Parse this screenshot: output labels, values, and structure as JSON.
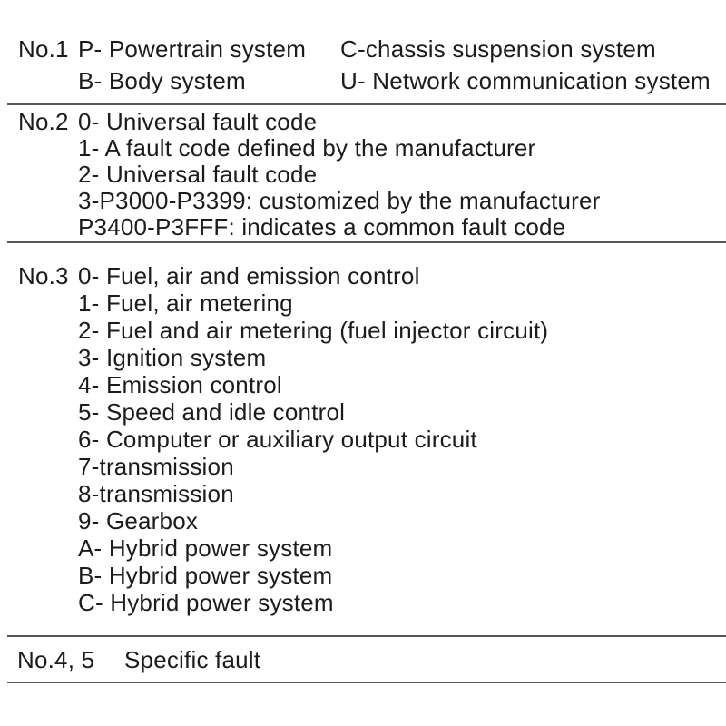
{
  "page": {
    "background": "#ffffff",
    "text_color": "#1c1c1c",
    "divider_color": "#565656",
    "description": "Fault code (DTC) digit-position explanation table"
  },
  "sections": {
    "no1": {
      "label": "No.1",
      "rows": [
        {
          "left": "P- Powertrain system",
          "right": "C-chassis suspension system"
        },
        {
          "left": "B- Body system",
          "right": "U- Network communication system"
        }
      ]
    },
    "no2": {
      "label": "No.2",
      "items": [
        "0- Universal fault code",
        "1- A fault code defined by the manufacturer",
        "2- Universal fault code",
        "3-P3000-P3399: customized by the manufacturer",
        "P3400-P3FFF: indicates a common fault code"
      ]
    },
    "no3": {
      "label": "No.3",
      "items": [
        "0- Fuel, air and emission control",
        "1- Fuel, air metering",
        "2- Fuel and air metering (fuel injector circuit)",
        "3- Ignition system",
        "4- Emission control",
        "5- Speed and idle control",
        "6- Computer or auxiliary output circuit",
        "7-transmission",
        "8-transmission",
        "9- Gearbox",
        "A- Hybrid power system",
        "B- Hybrid power system",
        "C- Hybrid power system"
      ]
    },
    "no45": {
      "label": "No.4、5",
      "label_display": "No.4, 5",
      "title": "Specific fault"
    }
  }
}
